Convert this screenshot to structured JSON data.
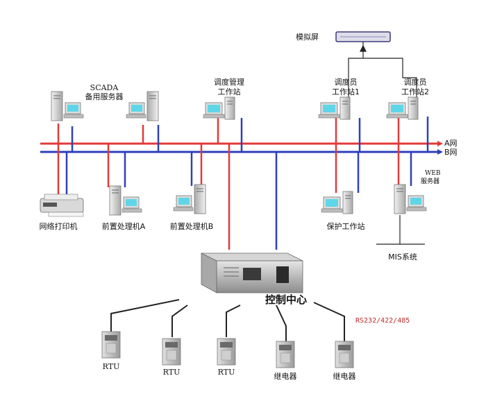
{
  "labels": {
    "simulation_screen": "模拟屏",
    "scada_line1": "SCADA",
    "scada_line2": "备用服务器",
    "dispatch_mgmt_line1": "调度管理",
    "dispatch_mgmt_line2": "工作站",
    "dispatcher1_line1": "调度员",
    "dispatcher1_line2": "工作站1",
    "dispatcher2_line1": "调度员",
    "dispatcher2_line2": "工作站2",
    "net_a": "A网",
    "net_b": "B网",
    "web_line1": "WEB",
    "web_line2": "服务器",
    "network_printer": "网络打印机",
    "frontend_a": "前置处理机A",
    "frontend_b": "前置处理机B",
    "protection_ws": "保护工作站",
    "mis_system": "MIS系统",
    "control_center": "控制中心",
    "protocol": "RS232/422/485",
    "rtu1": "RTU",
    "rtu2": "RTU",
    "rtu3": "RTU",
    "relay1": "继电器",
    "relay2": "继电器"
  },
  "colors": {
    "net_a": "#e23a3a",
    "net_b": "#2f3fb8",
    "device_gray": "#c8c8c8",
    "screen_cyan": "#5fd6e8",
    "protocol_red": "#c02a2a"
  }
}
